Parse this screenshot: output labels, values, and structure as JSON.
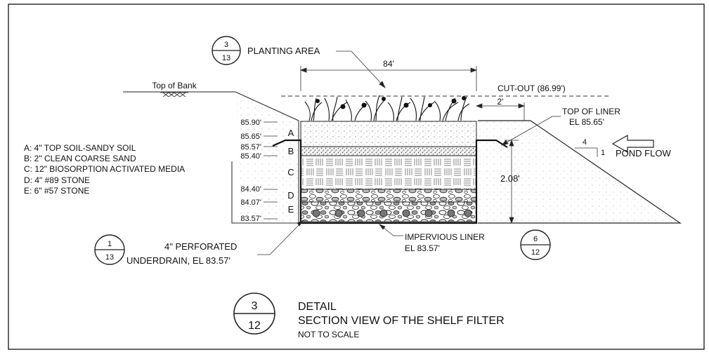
{
  "detail": {
    "title": "DETAIL",
    "subtitle": "SECTION VIEW OF THE SHELF FILTER",
    "note": "NOT TO SCALE",
    "bubble_top": "3",
    "bubble_bottom": "12"
  },
  "labels": {
    "planting_area": "PLANTING AREA",
    "top_of_bank": "Top of Bank",
    "cut_out": "CUT-OUT (86.99')",
    "top_of_liner_1": "TOP OF LINER",
    "top_of_liner_2": "EL 85.65'",
    "pond_flow": "POND FLOW",
    "slope_run": "4",
    "slope_rise": "1",
    "width_dim": "84'",
    "offset_dim": "2'",
    "height_dim": "2.08'",
    "underdrain_1": "4\" PERFORATED",
    "underdrain_2": "UNDERDRAIN, EL 83.57'",
    "impervious_1": "IMPERVIOUS LINER",
    "impervious_2": "EL 83.57'"
  },
  "elevations": [
    "85.90'",
    "85.65'",
    "85.57'",
    "85.40'",
    "84.40'",
    "84.07'",
    "83.57'"
  ],
  "layer_letters": [
    "A",
    "B",
    "C",
    "D",
    "E"
  ],
  "legend": [
    "A:   4\" TOP SOIL-SANDY SOIL",
    "B:   2\" CLEAN COARSE SAND",
    "C:   12\" BIOSORPTION ACTIVATED MEDIA",
    "D:   4\" #89 STONE",
    "E:   6\" #57 STONE"
  ],
  "refs": {
    "planting": {
      "top": "3",
      "bottom": "13"
    },
    "underdrain": {
      "top": "1",
      "bottom": "13"
    },
    "liner": {
      "top": "6",
      "bottom": "12"
    }
  }
}
